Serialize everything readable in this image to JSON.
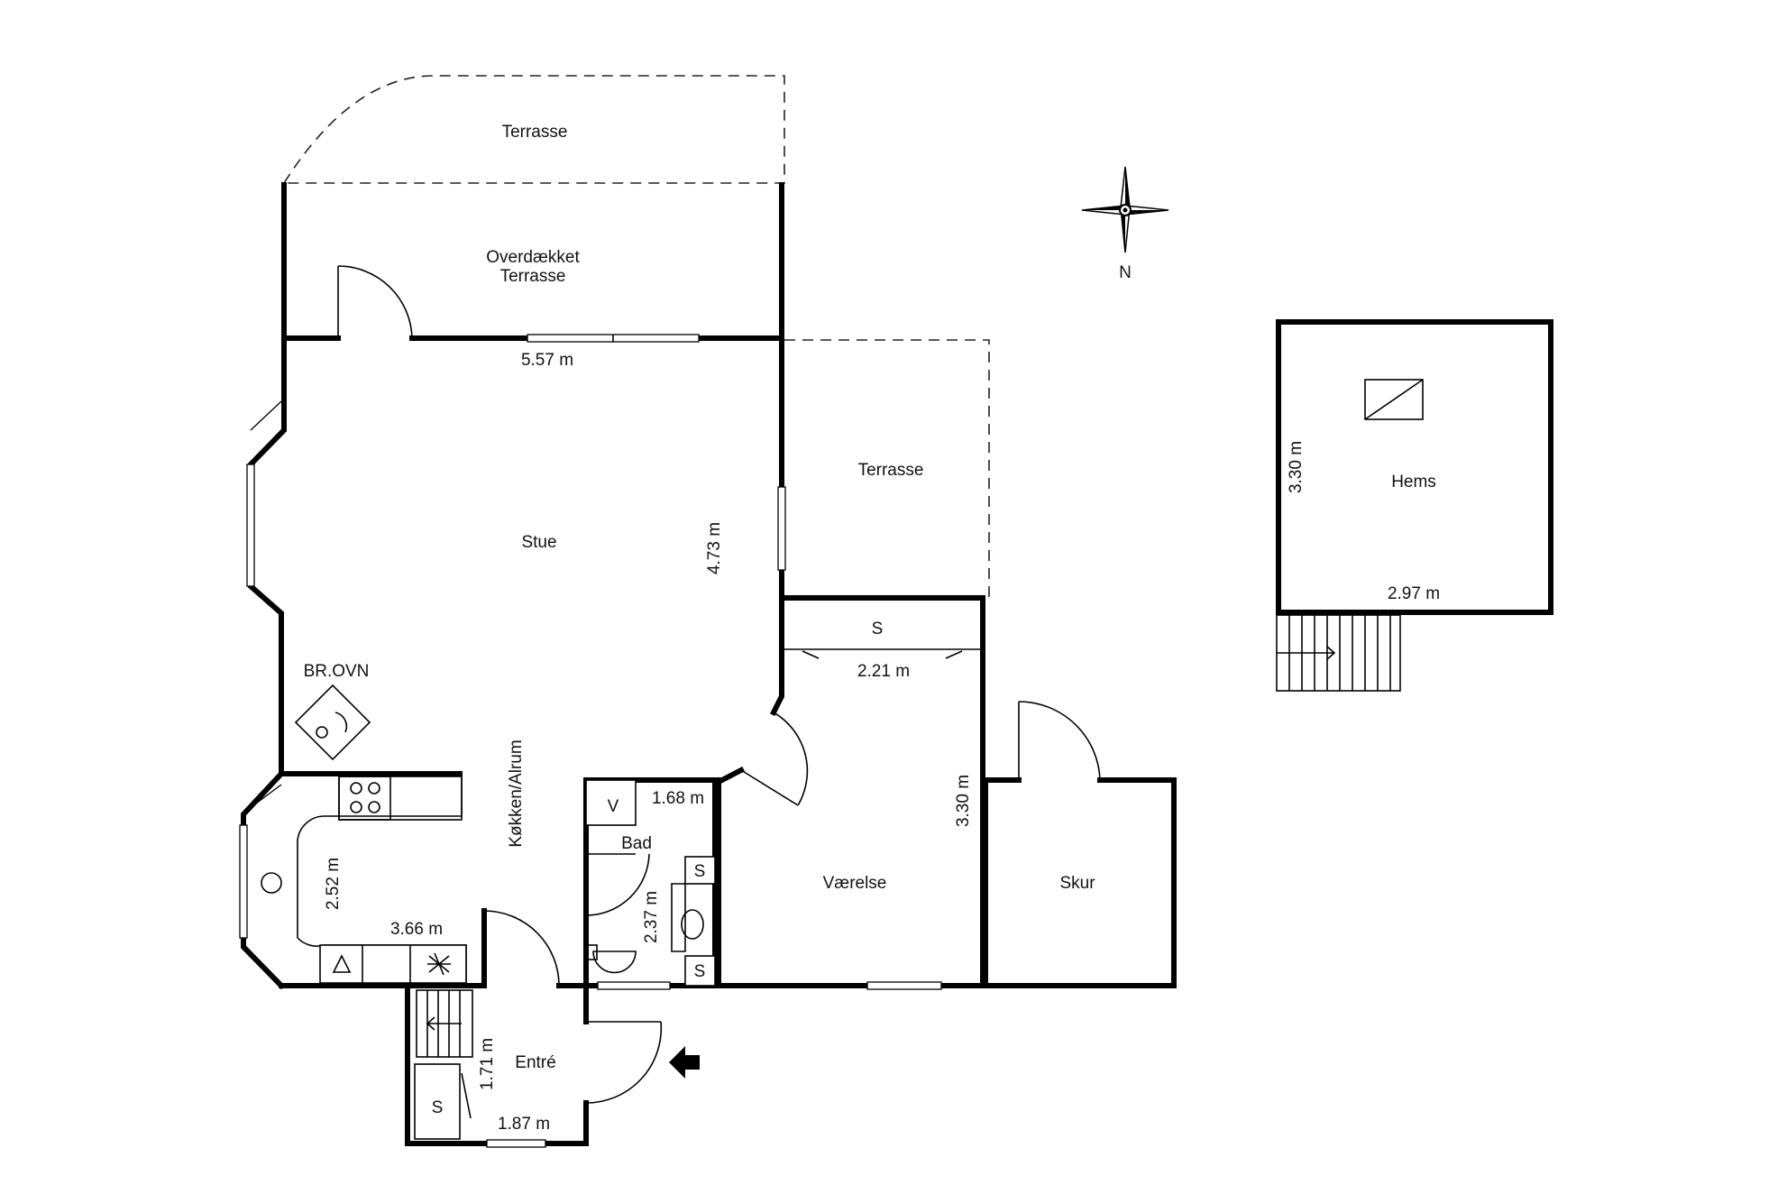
{
  "rooms": {
    "terrace_top": "Terrasse",
    "covered_terrace_line1": "Overdækket",
    "covered_terrace_line2": "Terrasse",
    "terrace_right": "Terrasse",
    "living": "Stue",
    "stove": "BR.OVN",
    "kitchen": "Køkken/Alrum",
    "bath": "Bad",
    "bath_v": "V",
    "bath_s1": "S",
    "bath_s2": "S",
    "closet_s": "S",
    "bedroom": "Værelse",
    "shed": "Skur",
    "entry": "Entré",
    "entry_s": "S",
    "loft": "Hems"
  },
  "dimensions": {
    "living_width": "5.57 m",
    "living_depth": "4.73 m",
    "bedroom_width": "2.21 m",
    "bedroom_depth": "3.30 m",
    "bath_width": "1.68 m",
    "bath_depth": "2.37 m",
    "kitchen_depth": "2.52 m",
    "kitchen_width": "3.66 m",
    "entry_depth": "1.71 m",
    "entry_width": "1.87 m",
    "loft_depth": "3.30 m",
    "loft_width": "2.97 m"
  },
  "compass": {
    "north_label": "N"
  }
}
